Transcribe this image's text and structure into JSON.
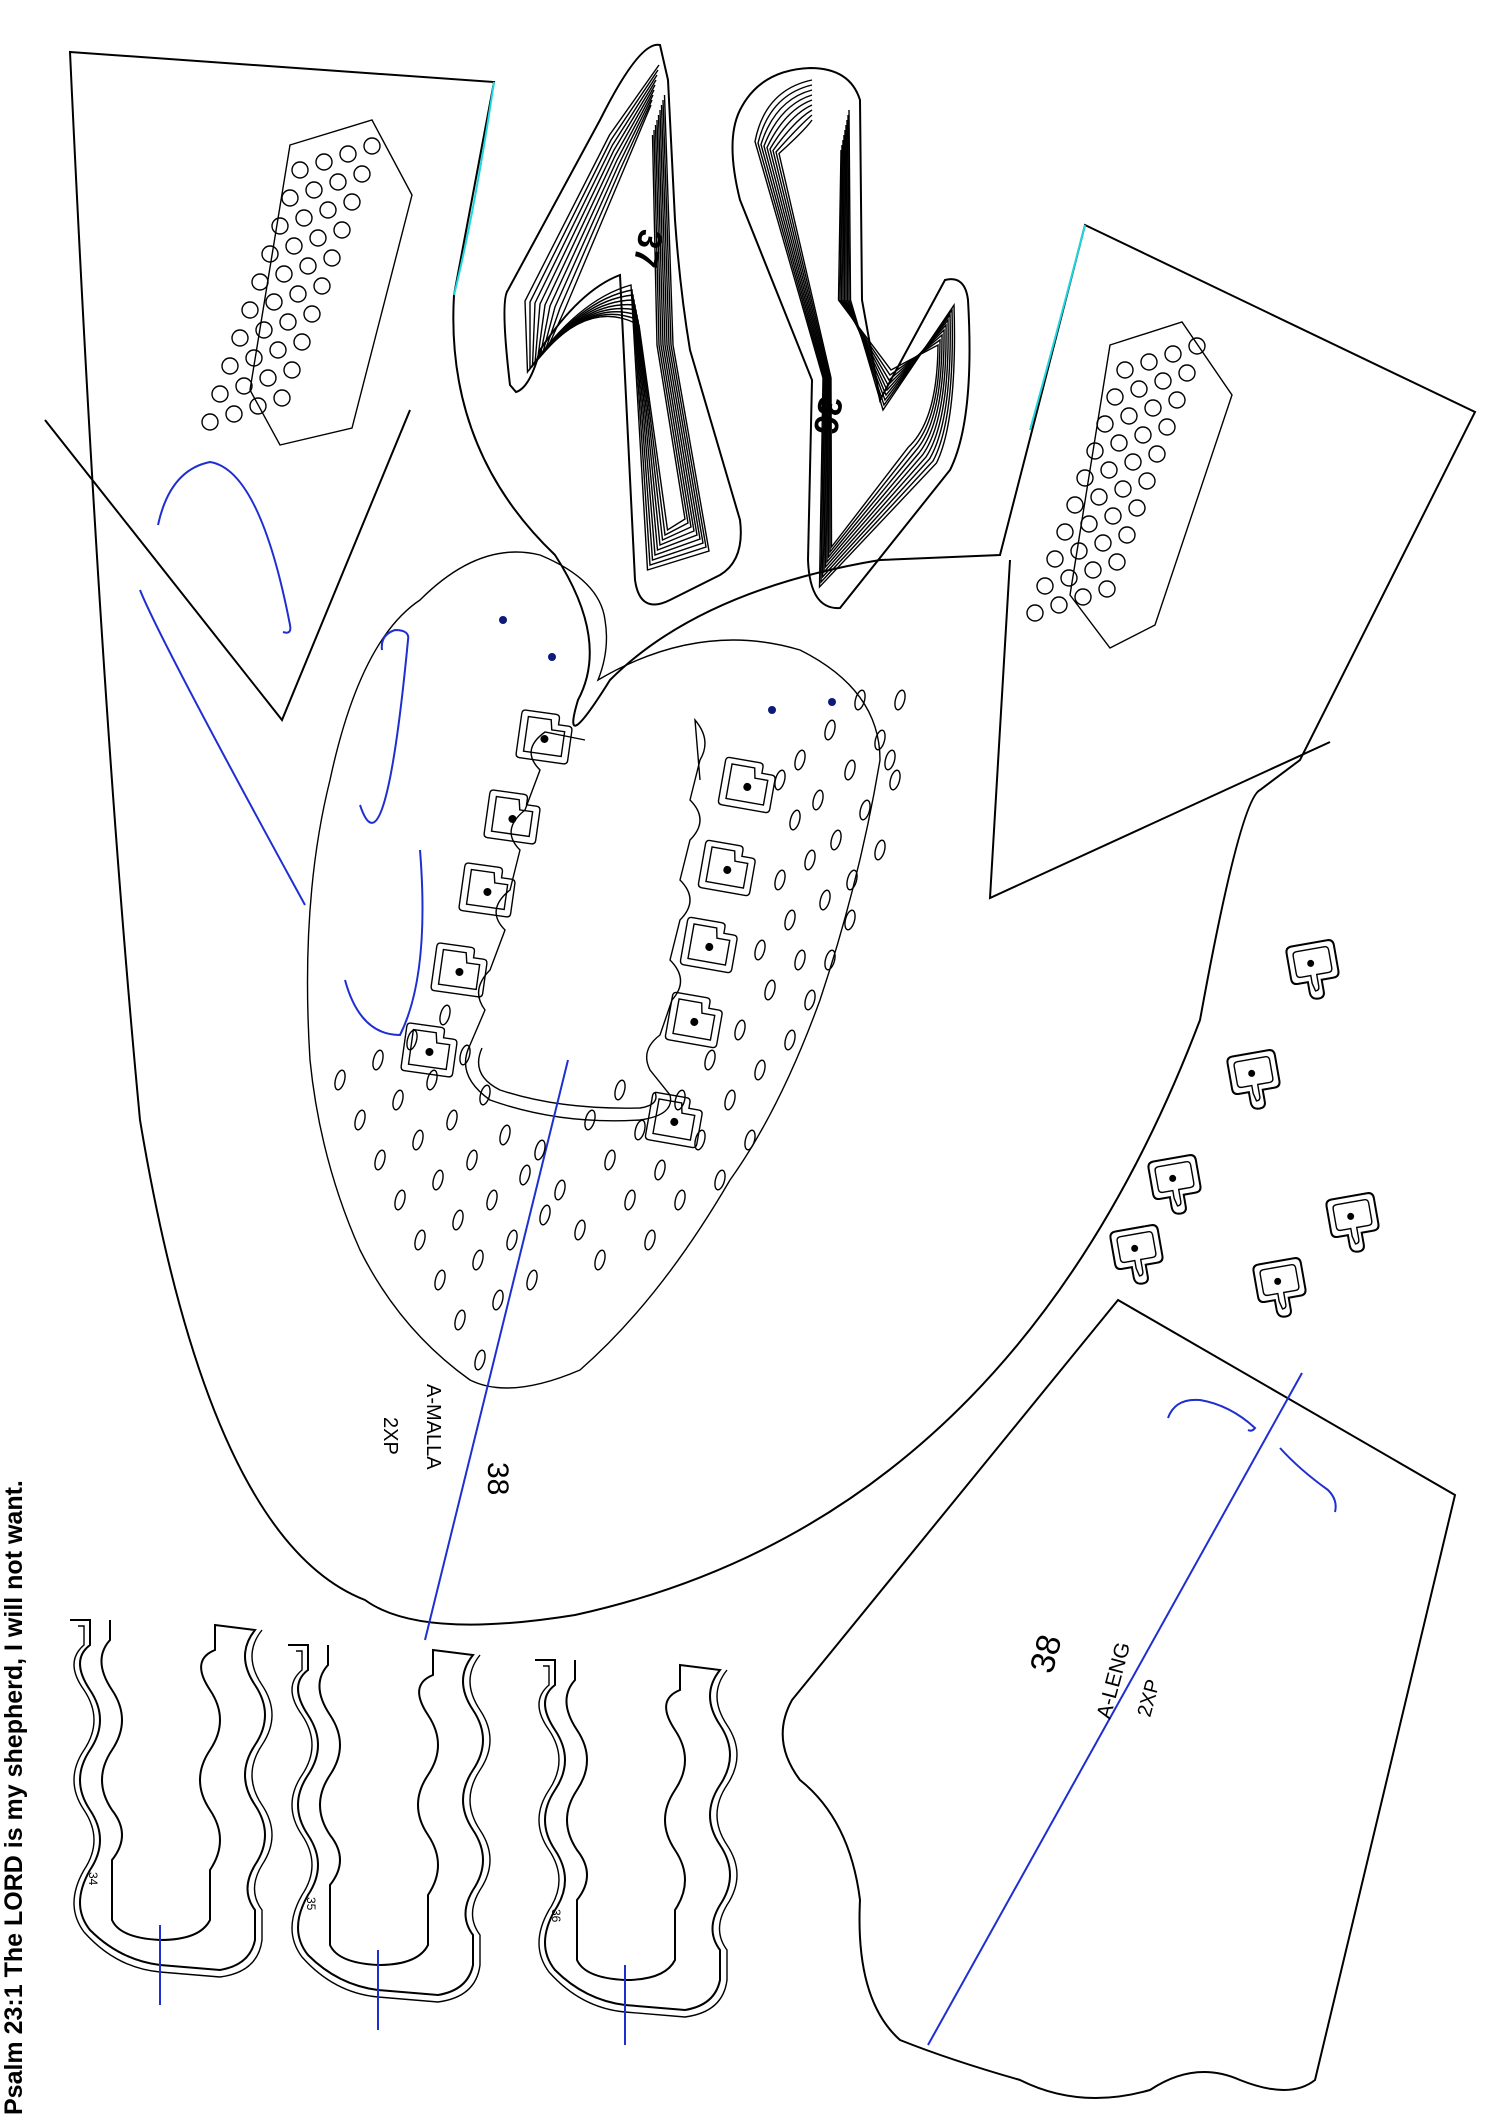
{
  "verse": "Psalm 23:1 The LORD is my shepherd, I will not want.",
  "pieces": {
    "malla": {
      "size": "38",
      "name": "A-MALLA",
      "qty": "2XP"
    },
    "leng": {
      "size": "38",
      "name": "A-LENG",
      "qty": "2XP"
    },
    "insole_left": {
      "size": "37"
    },
    "insole_right": {
      "size": "36"
    },
    "eyestay_1": {
      "size": "34"
    },
    "eyestay_2": {
      "size": "35"
    },
    "eyestay_3": {
      "size": "36"
    }
  },
  "colors": {
    "cut_line": "#000000",
    "guide_line": "#1f2ed1",
    "fold_line": "#20d7e0",
    "marker_dot": "#0d1a7a"
  }
}
